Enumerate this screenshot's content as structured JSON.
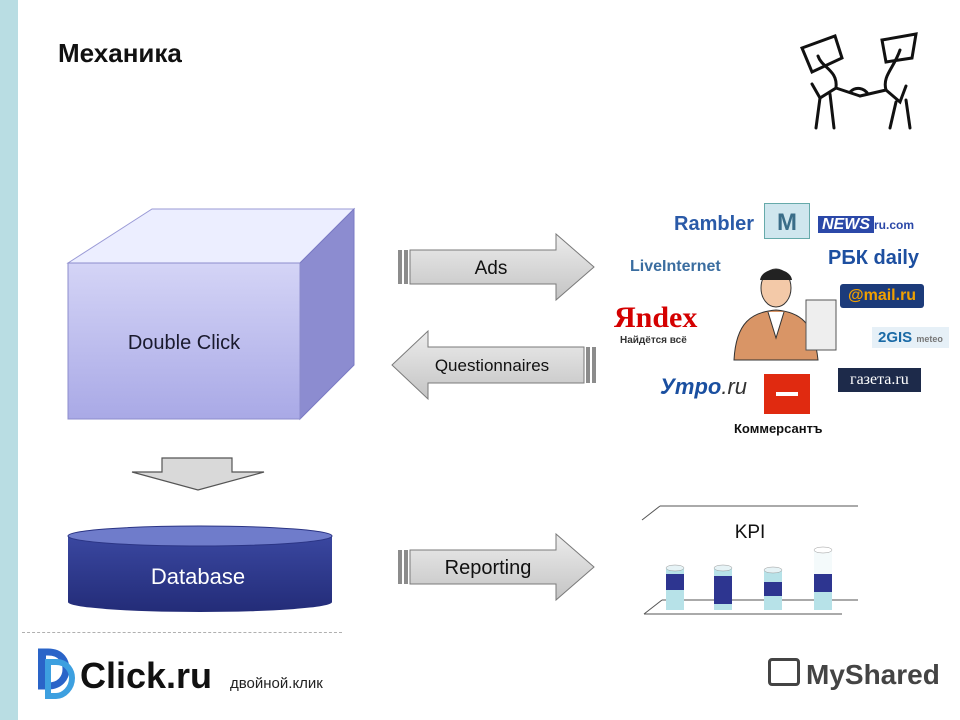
{
  "slide": {
    "title": "Механика"
  },
  "diagram": {
    "cube_label": "Double Click",
    "database_label": "Database",
    "arrows": {
      "ads": "Ads",
      "questionnaires": "Questionnaires",
      "reporting": "Reporting"
    },
    "kpi_label": "KPI"
  },
  "media_logos": {
    "rambler": "Rambler",
    "news": "NEWS",
    "news_suffix": "ru.com",
    "liveinternet": "LiveInternet",
    "rbk": "РБК daily",
    "mailru": "@mail.ru",
    "yandex": "Яndex",
    "yandex_slogan": "Найдётся всё",
    "gis": "2GIS",
    "gis_sub": "meteo",
    "utro": "Утро",
    "utro_suffix": ".ru",
    "gazeta": "газета.ru",
    "kommersant": "Коммерсантъ"
  },
  "footer": {
    "brand": "Click.ru",
    "brand_sub": "двойной.клик",
    "watermark": "MyShared"
  },
  "colors": {
    "sidebar": "#b9dde3",
    "cube_front": "#b9b9ef",
    "database": "#2e3a8c",
    "arrow": "#d4d4d4",
    "kpi_navy": "#2d3590",
    "kpi_light": "#b7e2e8"
  }
}
